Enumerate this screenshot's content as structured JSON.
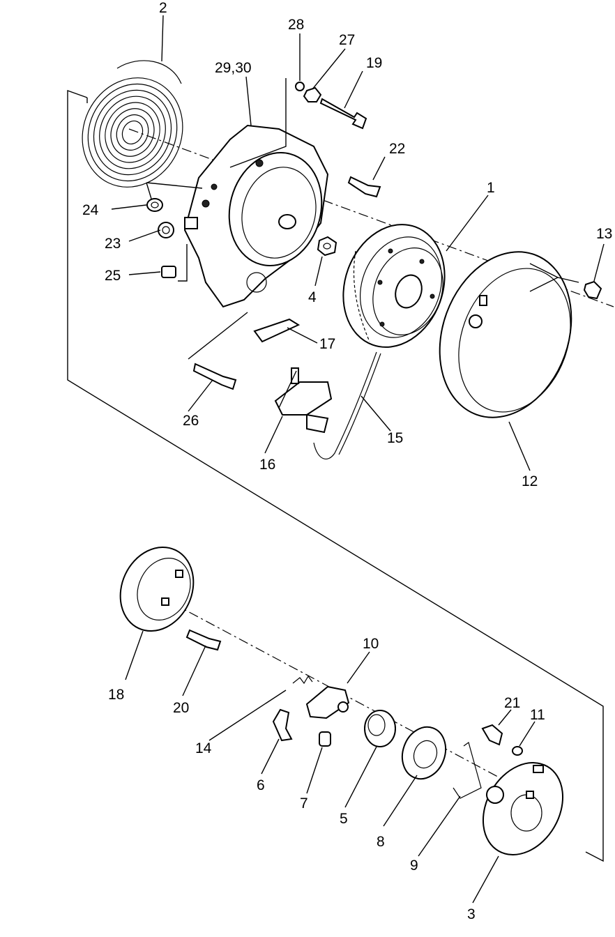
{
  "callouts": {
    "c1": "1",
    "c2": "2",
    "c3": "3",
    "c4": "4",
    "c5": "5",
    "c6": "6",
    "c7": "7",
    "c8": "8",
    "c9": "9",
    "c10": "10",
    "c11": "11",
    "c12": "12",
    "c13": "13",
    "c14": "14",
    "c15": "15",
    "c16": "16",
    "c17": "17",
    "c18": "18",
    "c19": "19",
    "c20": "20",
    "c21": "21",
    "c22": "22",
    "c23": "23",
    "c24": "24",
    "c25": "25",
    "c26": "26",
    "c27": "27",
    "c28": "28",
    "c2930": "29,30"
  }
}
